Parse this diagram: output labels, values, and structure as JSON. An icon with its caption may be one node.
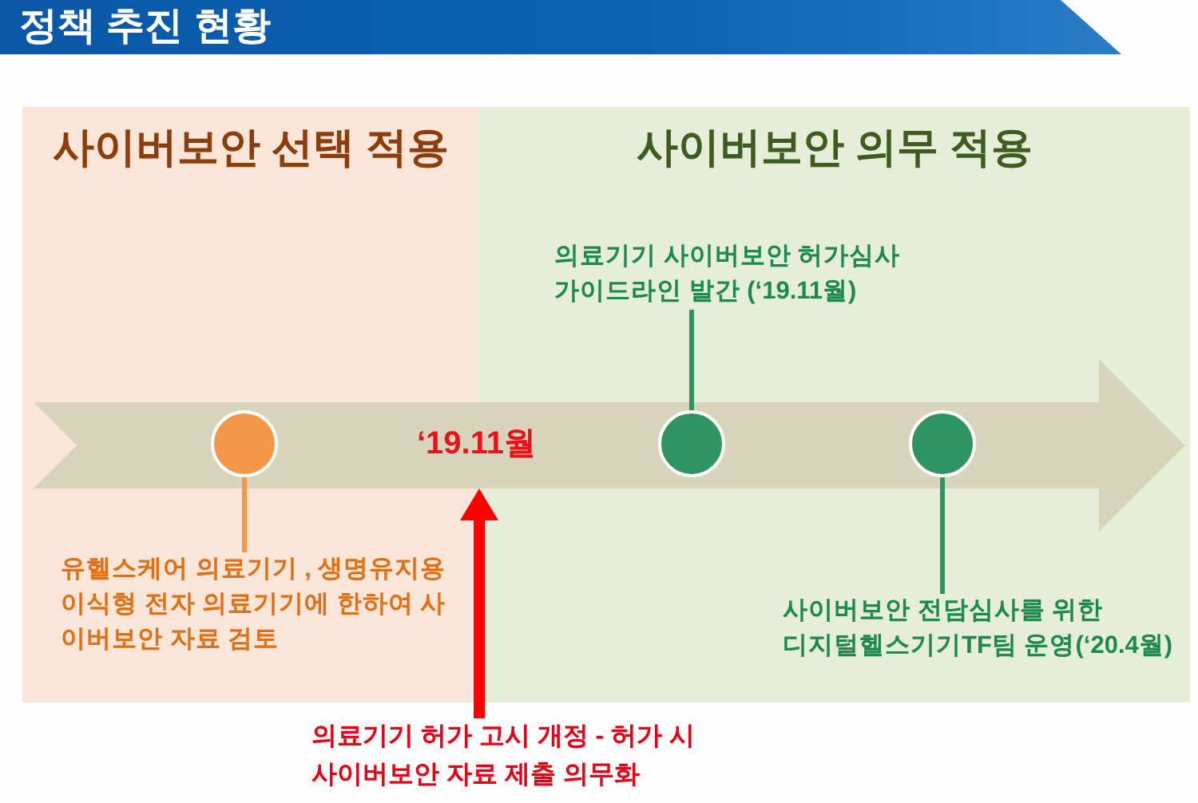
{
  "diagram": {
    "title": "정책 추진 현황",
    "nodes": [
      {
        "text": [
          "사이버보안 선택 적용"
        ]
      },
      {
        "text": [
          "사이버보안 의무 적용"
        ]
      },
      {
        "text": [
          "의료기기 사이버보안 허가심사 가이드라인 발간 (‘19.11월)"
        ],
        "in": 1
      },
      {
        "text": [
          "‘19.11월"
        ]
      },
      {
        "text": [],
        "shape": "circle"
      },
      {
        "text": [],
        "shape": "circle"
      },
      {
        "text": [],
        "shape": "circle"
      },
      {
        "text": [
          "유헬스케어 의료기기 , 생명유지용 이식형 전자 의료기기에 한하여 사이버보안 자료 검토"
        ],
        "in": 0
      },
      {
        "text": [
          "사이버보안 전담심사를 위한 디지털헬스기기TF팀 운영(‘20.4월)"
        ],
        "in": 1
      },
      {
        "text": [
          "의료기기 허가 고시 개정 - 허가 시 사이버보안 자료 제출 의무화"
        ]
      }
    ],
    "edges": [
      {
        "from": 4,
        "to": 7,
        "arrow": "none",
        "color": "#f39a48"
      },
      {
        "from": 2,
        "to": 5,
        "arrow": "none"
      },
      {
        "from": 6,
        "to": 8,
        "arrow": "none"
      },
      {
        "from": 9,
        "to": 3,
        "arrow": "to",
        "style": "thick",
        "color": "#ff0000"
      }
    ]
  }
}
